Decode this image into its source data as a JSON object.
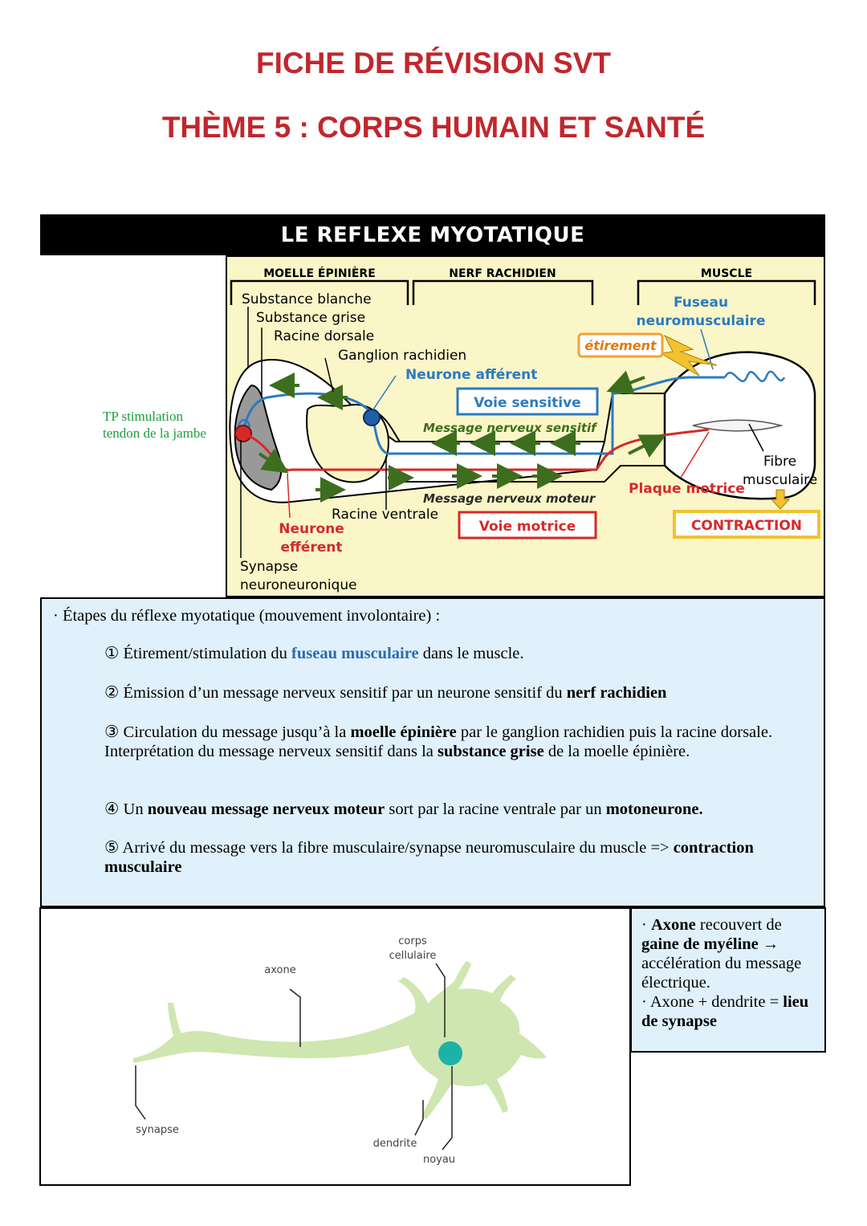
{
  "header": {
    "title": "FICHE DE RÉVISION SVT",
    "subtitle": "THÈME 5 : CORPS HUMAIN ET SANTÉ"
  },
  "banner": {
    "label": "LE REFLEXE MYOTATIQUE"
  },
  "side_note": {
    "line1": "TP stimulation",
    "line2": "tendon de la jambe"
  },
  "diagram": {
    "sections": {
      "moelle": "MOELLE ÉPINIÈRE",
      "nerf": "NERF RACHIDIEN",
      "muscle": "MUSCLE"
    },
    "labels": {
      "substance_blanche": "Substance blanche",
      "substance_grise": "Substance grise",
      "racine_dorsale": "Racine dorsale",
      "ganglion": "Ganglion rachidien",
      "neurone_afferent": "Neurone afférent",
      "fuseau_1": "Fuseau",
      "fuseau_2": "neuromusculaire",
      "etirement": "étirement",
      "voie_sensitive": "Voie sensitive",
      "message_sensitif": "Message nerveux sensitif",
      "message_moteur": "Message nerveux moteur",
      "plaque_motrice": "Plaque motrice",
      "fibre_1": "Fibre",
      "fibre_2": "musculaire",
      "racine_ventrale": "Racine ventrale",
      "neurone_efferent_1": "Neurone",
      "neurone_efferent_2": "efférent",
      "voie_motrice": "Voie motrice",
      "contraction": "CONTRACTION",
      "synapse_1": "Synapse",
      "synapse_2": "neuroneuronique"
    },
    "colors": {
      "afferent": "#2b7bc0",
      "efferent": "#d62a2a",
      "arrow": "#3d6e1e",
      "grey_matter": "#999999"
    }
  },
  "steps": {
    "intro": "· Étapes du réflexe myotatique (mouvement involontaire) :",
    "s1": {
      "num": "①",
      "a": " Étirement/stimulation du ",
      "b": "fuseau musculaire",
      "c": " dans le muscle."
    },
    "s2": {
      "num": "②",
      "a": " Émission d’un message nerveux sensitif par un neurone sensitif du ",
      "b": "nerf rachidien"
    },
    "s3": {
      "num": "③",
      "a": " Circulation du message jusqu’à la ",
      "b": "moelle épinière",
      "c": " par le ganglion rachidien puis la racine dorsale. Interprétation du message nerveux sensitif dans la ",
      "d": "substance grise",
      "e": " de la   moelle épinière."
    },
    "s4": {
      "num": "④",
      "a": " Un ",
      "b": "nouveau message nerveux moteur",
      "c": " sort par la racine ventrale par un ",
      "d": "motoneurone."
    },
    "s5": {
      "num": "⑤",
      "a": " Arrivé du message vers la fibre musculaire/synapse neuromusculaire du muscle => ",
      "b": "contraction musculaire"
    }
  },
  "neuron": {
    "labels": {
      "corps_1": "corps",
      "corps_2": "cellulaire",
      "axone": "axone",
      "synapse": "synapse",
      "dendrite": "dendrite",
      "noyau": "noyau"
    },
    "colors": {
      "cell": "#cfe6b0",
      "nucleus": "#1bb3a8"
    }
  },
  "notes": {
    "a1": "· ",
    "a2": "Axone",
    "a3": " recouvert  de ",
    "a4": "gaine de myéline →",
    "a5": " accélération du message électrique.",
    "b1": "· Axone + dendrite = ",
    "b2": "lieu de synapse"
  }
}
